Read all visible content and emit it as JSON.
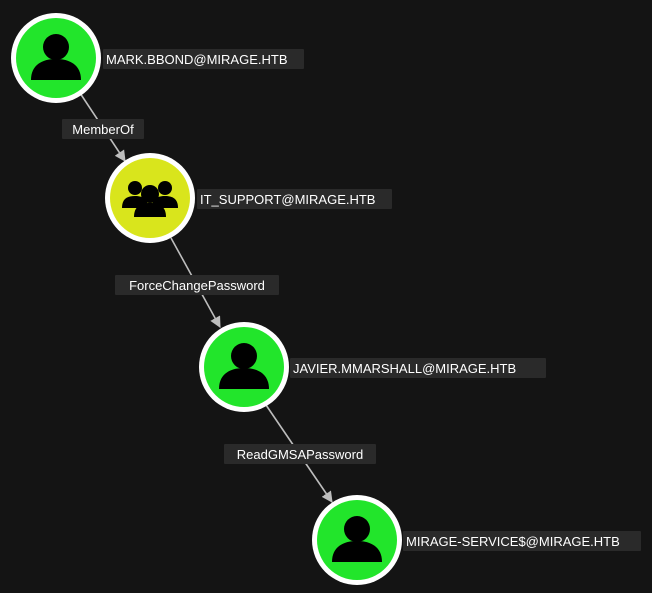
{
  "nodes": [
    {
      "id": "n1",
      "label": "MARK.BBOND@MIRAGE.HTB",
      "kind": "user",
      "color": "#22e52b",
      "icon": "user-icon"
    },
    {
      "id": "n2",
      "label": "IT_SUPPORT@MIRAGE.HTB",
      "kind": "group",
      "color": "#d9e51c",
      "icon": "group-icon"
    },
    {
      "id": "n3",
      "label": "JAVIER.MMARSHALL@MIRAGE.HTB",
      "kind": "user",
      "color": "#22e52b",
      "icon": "user-icon"
    },
    {
      "id": "n4",
      "label": "MIRAGE-SERVICE$@MIRAGE.HTB",
      "kind": "user",
      "color": "#22e52b",
      "icon": "user-icon"
    }
  ],
  "edges": [
    {
      "from": "n1",
      "to": "n2",
      "label": "MemberOf"
    },
    {
      "from": "n2",
      "to": "n3",
      "label": "ForceChangePassword"
    },
    {
      "from": "n3",
      "to": "n4",
      "label": "ReadGMSAPassword"
    }
  ],
  "colors": {
    "background": "#141414",
    "edge": "#bdbdbd",
    "label_background": "#2a2a2a",
    "node_ring": "#ffffff"
  }
}
